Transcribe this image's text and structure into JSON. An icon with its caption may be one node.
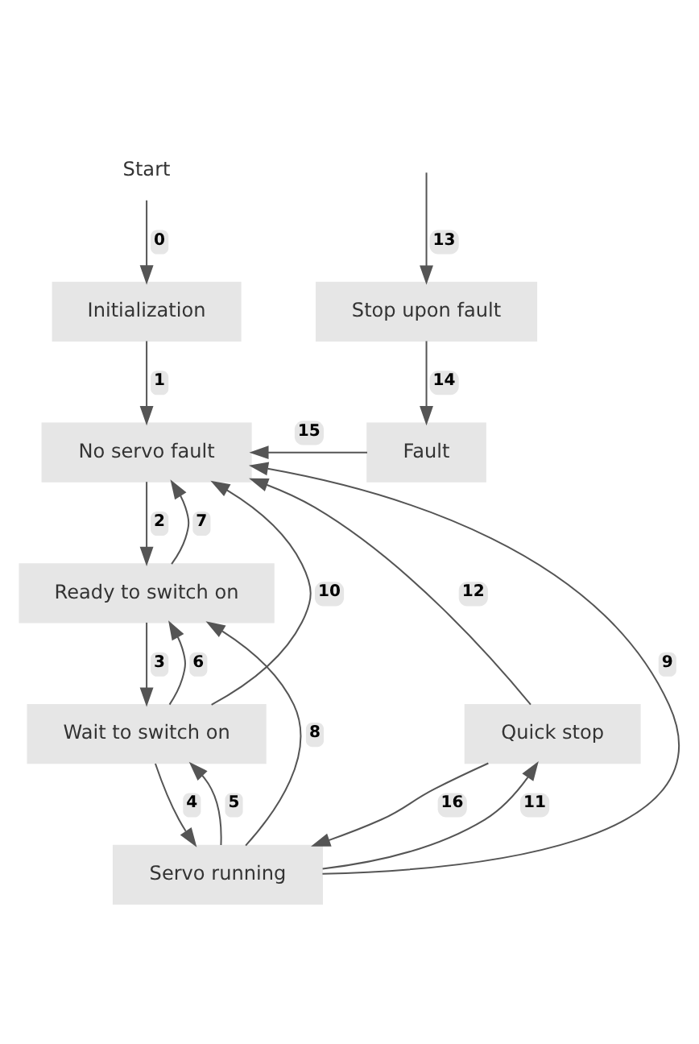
{
  "diagram": {
    "nodes": [
      {
        "text": [
          "Start"
        ]
      },
      {
        "text": [
          "Initialization"
        ]
      },
      {
        "text": [
          "No servo fault"
        ]
      },
      {
        "text": [
          "Ready to switch on"
        ]
      },
      {
        "text": [
          "Wait to switch on"
        ]
      },
      {
        "text": [
          "Quick stop"
        ]
      },
      {
        "text": [
          "Servo running"
        ]
      },
      {
        "text": [
          "Stop upon fault"
        ]
      },
      {
        "text": [
          "Fault"
        ]
      }
    ],
    "edges": [
      {
        "from": 0,
        "to": 1,
        "arrow": "to",
        "label": "0"
      },
      {
        "from": 1,
        "to": 2,
        "arrow": "to",
        "label": "1"
      },
      {
        "from": 2,
        "to": 3,
        "arrow": "to",
        "label": "2"
      },
      {
        "from": 3,
        "to": 4,
        "arrow": "to",
        "label": "3"
      },
      {
        "from": 4,
        "to": 6,
        "arrow": "to",
        "label": "4"
      },
      {
        "from": 6,
        "to": 4,
        "arrow": "to",
        "label": "5"
      },
      {
        "from": 4,
        "to": 3,
        "arrow": "to",
        "label": "6"
      },
      {
        "from": 3,
        "to": 2,
        "arrow": "to",
        "label": "7"
      },
      {
        "from": 6,
        "to": 3,
        "arrow": "to",
        "label": "8"
      },
      {
        "from": 6,
        "to": 2,
        "arrow": "to",
        "label": "9"
      },
      {
        "from": 4,
        "to": 2,
        "arrow": "to",
        "label": "10"
      },
      {
        "from": 6,
        "to": 5,
        "arrow": "to",
        "label": "11"
      },
      {
        "from": 5,
        "to": 2,
        "arrow": "to",
        "label": "12"
      },
      {
        "from": null,
        "to": 7,
        "arrow": "to",
        "label": "13"
      },
      {
        "from": 7,
        "to": 8,
        "arrow": "to",
        "label": "14"
      },
      {
        "from": 8,
        "to": 2,
        "arrow": "to",
        "label": "15"
      },
      {
        "from": 5,
        "to": 6,
        "arrow": "to",
        "label": "16"
      }
    ]
  }
}
